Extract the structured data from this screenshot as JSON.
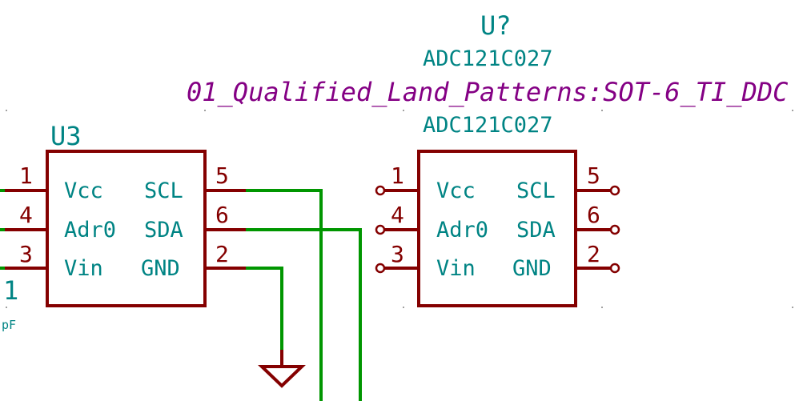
{
  "schematic": {
    "partial_ref_left": "1",
    "partial_value_left": "pF",
    "u3": {
      "reference": "U3",
      "pins": {
        "vcc": {
          "number": "1",
          "name": "Vcc"
        },
        "adr": {
          "number": "4",
          "name": "Adr0"
        },
        "vin": {
          "number": "3",
          "name": "Vin"
        },
        "scl": {
          "number": "5",
          "name": "SCL"
        },
        "sda": {
          "number": "6",
          "name": "SDA"
        },
        "gnd": {
          "number": "2",
          "name": "GND"
        }
      }
    },
    "new_part": {
      "reference": "U?",
      "value": "ADC121C027",
      "footprint": "01_Qualified_Land_Patterns:SOT-6_TI_DDC",
      "value_repeat": "ADC121C027",
      "pins": {
        "vcc": {
          "number": "1",
          "name": "Vcc"
        },
        "adr": {
          "number": "4",
          "name": "Adr0"
        },
        "vin": {
          "number": "3",
          "name": "Vin"
        },
        "scl": {
          "number": "5",
          "name": "SCL"
        },
        "sda": {
          "number": "6",
          "name": "SDA"
        },
        "gnd": {
          "number": "2",
          "name": "GND"
        }
      }
    },
    "colors": {
      "body": "#840000",
      "wire": "#009600",
      "text": "#008484",
      "footprint": "#840084",
      "grid": "#848484"
    }
  }
}
